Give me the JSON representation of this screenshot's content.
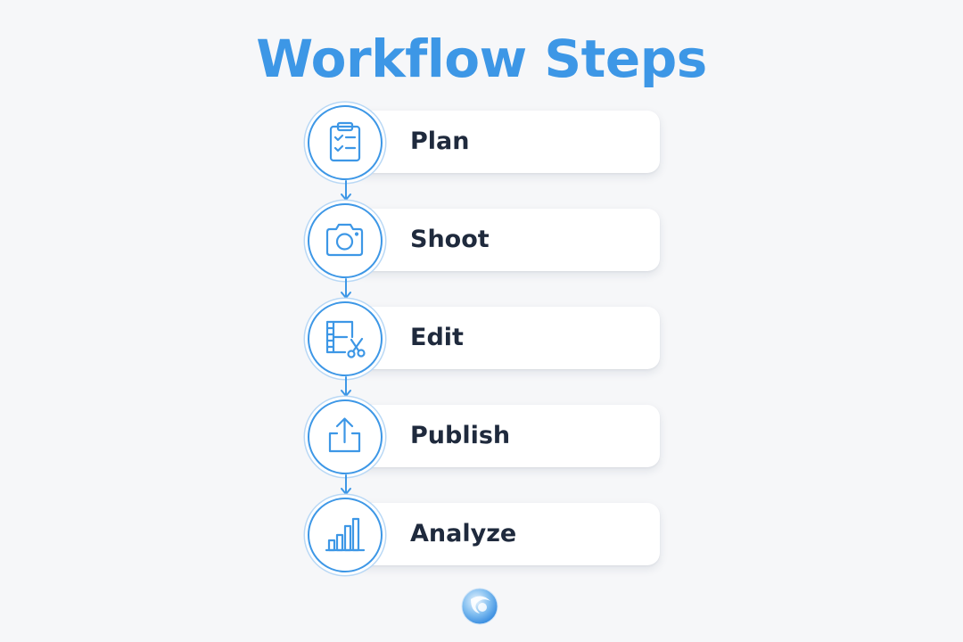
{
  "title": "Workflow Steps",
  "accent_color": "#3d97e6",
  "text_color": "#1f2a3d",
  "steps": [
    {
      "label": "Plan",
      "icon": "clipboard-checklist-icon"
    },
    {
      "label": "Shoot",
      "icon": "camera-icon"
    },
    {
      "label": "Edit",
      "icon": "film-scissors-icon"
    },
    {
      "label": "Publish",
      "icon": "upload-icon"
    },
    {
      "label": "Analyze",
      "icon": "bar-chart-icon"
    }
  ],
  "logo": "brand-logo"
}
